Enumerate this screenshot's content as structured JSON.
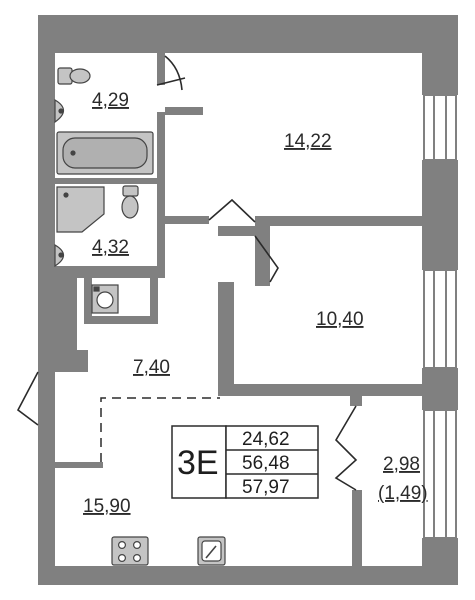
{
  "apartment": {
    "type_label": "3E",
    "summary": [
      "24,62",
      "56,48",
      "57,97"
    ]
  },
  "rooms": [
    {
      "id": "bathroom-wc",
      "area": "4,29"
    },
    {
      "id": "bedroom-1",
      "area": "14,22"
    },
    {
      "id": "bathroom-shower",
      "area": "4,32"
    },
    {
      "id": "bedroom-2",
      "area": "10,40"
    },
    {
      "id": "hallway",
      "area": "7,40"
    },
    {
      "id": "kitchen-living",
      "area": "15,90"
    },
    {
      "id": "loggia",
      "area": "2,98",
      "reduced_area": "(1,49)"
    }
  ],
  "colors": {
    "wall": "#808080",
    "wall_dark": "#6e6e6e",
    "fixture": "#c4c4c4",
    "line": "#2b2b2b"
  }
}
